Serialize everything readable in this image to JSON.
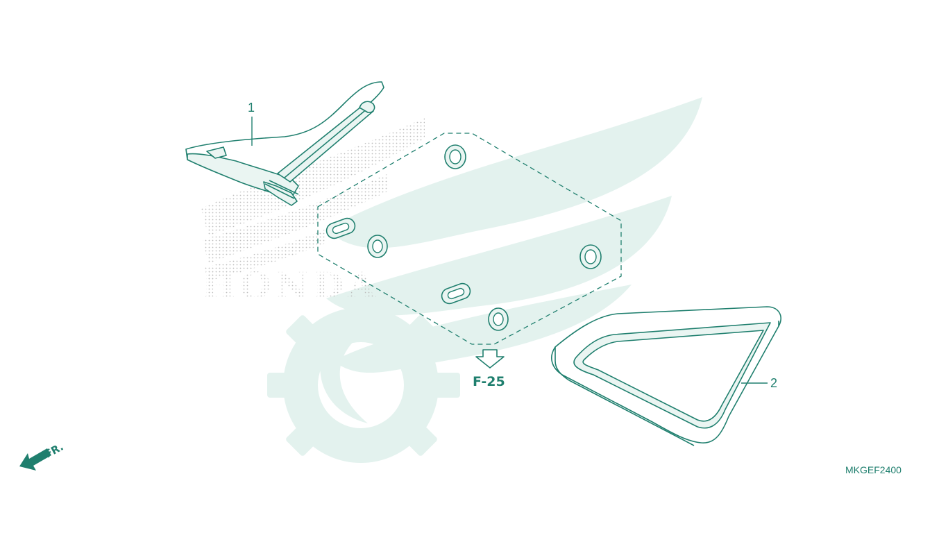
{
  "diagram": {
    "callouts": [
      {
        "number": "1"
      },
      {
        "number": "2"
      }
    ],
    "reference_label": "F-25",
    "front_indicator": "FR.",
    "diagram_code": "MKGEF2400",
    "watermark_text": "HONDA",
    "colors": {
      "line": "#1f7f6e",
      "fill": "#e6f4f1",
      "watermark": "#e3f2ee",
      "dots": "#c9c9c9"
    }
  }
}
